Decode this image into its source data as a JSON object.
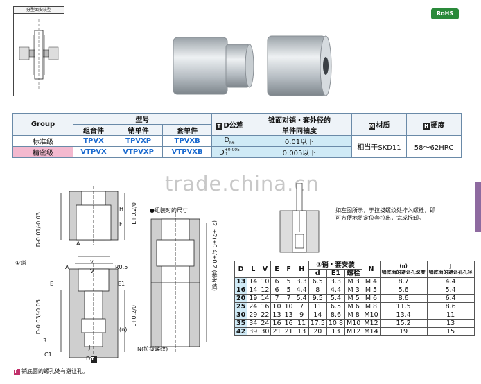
{
  "mount_title": "分型面安装型",
  "rohs": "RoHS",
  "spec_table": {
    "group_header": "Group",
    "model_header": "型号",
    "assembly_header": "组合件",
    "pin_header": "销单件",
    "sleeve_header": "套单件",
    "d_tol_header": "D公差",
    "d_tol_icon": "T",
    "concentricity_header_1": "锥面对销・套外径的",
    "concentricity_header_2": "单件同轴度",
    "material_icon": "M",
    "material_header": "材质",
    "hardness_icon": "H",
    "hardness_header": "硬度",
    "rows": [
      {
        "group": "标准级",
        "assembly": "TPVX",
        "pin": "TPVXP",
        "sleeve": "TPVXB",
        "tol": "D",
        "tol_sub": "h6",
        "conc": "0.01以下"
      },
      {
        "group": "精密级",
        "assembly": "VTPVX",
        "pin": "VTPVXP",
        "sleeve": "VTPVXB",
        "tol": "D",
        "tol_sup": "+0.005",
        "tol_sub": "0",
        "conc": "0.005以下"
      }
    ],
    "material": "相当于SKD11",
    "hardness": "58～62HRC"
  },
  "watermark": "trade.china.cn",
  "drawing_labels": {
    "assembly_size": "●组装时的尺寸",
    "pin_label": "①销",
    "d_tol_1": "D-0.01/-0.03",
    "d_tol_2": "D-0.03/-0.05",
    "L_tol": "L+0.2/0",
    "L_tol_2": "L+0.2/0",
    "sum_tol": "(2L+2)+0.4/+0.2 (参考值)",
    "N_label": "N(拉拔螺纹)",
    "R_label": "R0.5",
    "A_label": "A",
    "v_label": "v",
    "V_label": "V",
    "E_label": "E",
    "F_label": "F",
    "H_label": "H",
    "J_label": "J",
    "C1_label": "C1",
    "n_label": "(n)",
    "three": "3",
    "D_label": "D",
    "D_icon": "T",
    "E1_label": "E1"
  },
  "extraction_note": "如左图所示，于拉拔螺纹处拧入螺栓，即可方便地将定位套拉出，完成拆卸。",
  "footnote_icon": "T",
  "footnote": "销底面的螺孔处有避让孔。",
  "dim_table": {
    "headers": [
      "D",
      "L",
      "V",
      "E",
      "F",
      "H",
      "d",
      "E1",
      "螺栓",
      "N",
      "(n)",
      "J"
    ],
    "group_header": "①销・套安装",
    "n_header": "(n)",
    "n_sub": "销底面的避让孔深度",
    "j_header": "J",
    "j_sub": "销底面的避让孔孔径",
    "pin_d_header": "①销",
    "rows": [
      [
        "13",
        "14",
        "10",
        "6",
        "5",
        "3.3",
        "6.5",
        "3.3",
        "M 3",
        "M 4",
        "8.7",
        "4.4"
      ],
      [
        "16",
        "14",
        "12",
        "6",
        "5",
        "4.4",
        "8",
        "4.4",
        "M 3",
        "M 5",
        "5.6",
        "5.4"
      ],
      [
        "20",
        "19",
        "14",
        "7",
        "7",
        "5.4",
        "9.5",
        "5.4",
        "M 5",
        "M 6",
        "8.6",
        "6.4"
      ],
      [
        "25",
        "24",
        "16",
        "10",
        "10",
        "7",
        "11",
        "6.5",
        "M 6",
        "M 8",
        "11.5",
        "8.6"
      ],
      [
        "30",
        "29",
        "22",
        "13",
        "13",
        "9",
        "14",
        "8.6",
        "M 8",
        "M10",
        "13.4",
        "11"
      ],
      [
        "35",
        "34",
        "24",
        "16",
        "16",
        "11",
        "17.5",
        "10.8",
        "M10",
        "M12",
        "15.2",
        "13"
      ],
      [
        "42",
        "39",
        "30",
        "21",
        "21",
        "13",
        "20",
        "13",
        "M12",
        "M14",
        "19",
        "15"
      ]
    ]
  }
}
